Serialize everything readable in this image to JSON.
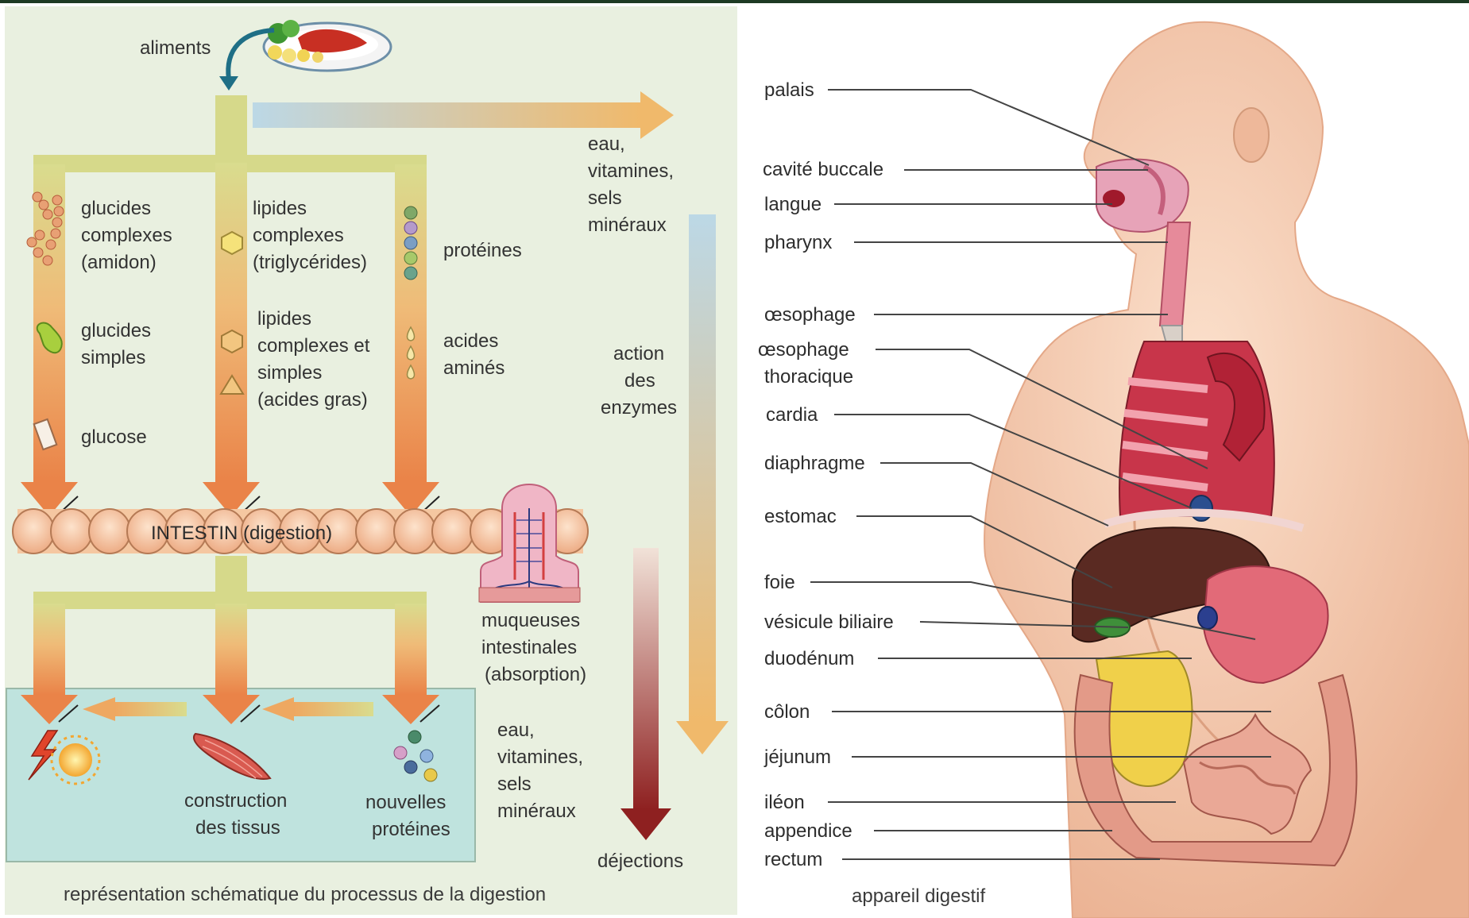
{
  "colors": {
    "panel_bg": "#e9f0e0",
    "pool": "#bfe3de",
    "arrow_olive": "#d6d98a",
    "arrow_orange": "#ec8d50",
    "intestine": "#f5c7a1",
    "skin": "#f6c8a8",
    "organ_red": "#c8354a",
    "leader": "#444444"
  },
  "left": {
    "aliments": "aliments",
    "eau_top": [
      "eau,",
      "vitamines,",
      "sels",
      "minéraux"
    ],
    "glucides_complexes": [
      "glucides",
      "complexes",
      "(amidon)"
    ],
    "glucides_simples": [
      "glucides",
      "simples"
    ],
    "glucose": "glucose",
    "lipides_complexes": [
      "lipides",
      "complexes",
      "(triglycérides)"
    ],
    "lipides_mixtes": [
      "lipides",
      "complexes et",
      "simples",
      "(acides gras)"
    ],
    "proteines": "protéines",
    "acides_amines": [
      "acides",
      "aminés"
    ],
    "action_enzymes": [
      "action",
      "des",
      "enzymes"
    ],
    "intestin": "INTESTIN (digestion)",
    "muqueuses": [
      "muqueuses",
      "intestinales",
      "(absorption)"
    ],
    "eau_bottom": [
      "eau,",
      "vitamines,",
      "sels",
      "minéraux"
    ],
    "construction": [
      "construction",
      "des tissus"
    ],
    "nouvelles_proteines": [
      "nouvelles",
      "protéines"
    ],
    "dejections": "déjections",
    "caption": "représentation schématique du processus de la digestion"
  },
  "right": {
    "labels": [
      "palais",
      "cavité buccale",
      "langue",
      "pharynx",
      "œsophage",
      "œsophage",
      "thoracique",
      "cardia",
      "diaphragme",
      "estomac",
      "foie",
      "vésicule biliaire",
      "duodénum",
      "côlon",
      "jéjunum",
      "iléon",
      "appendice",
      "rectum"
    ],
    "caption": "appareil digestif"
  }
}
